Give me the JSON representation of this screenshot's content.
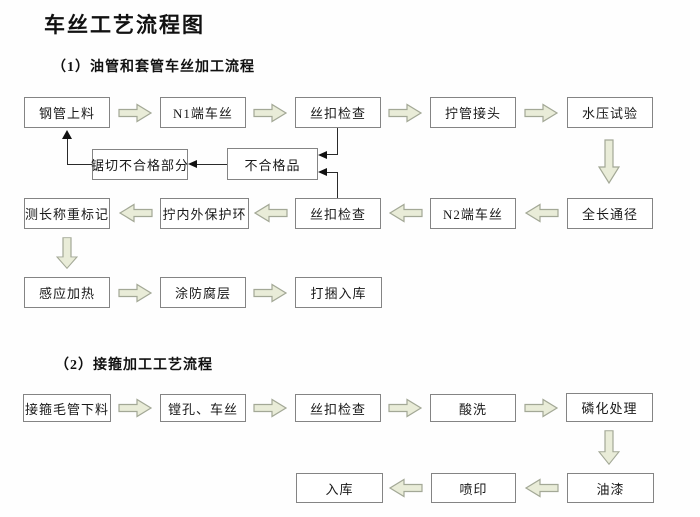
{
  "page": {
    "title": "车丝工艺流程图",
    "section1_title": "（1）油管和套管车丝加工流程",
    "section2_title": "（2）接箍加工工艺流程"
  },
  "colors": {
    "background": "#fefefe",
    "box_border": "#848484",
    "text": "#191919",
    "block_arrow_fill": "#e9ecd8",
    "block_arrow_stroke": "#a3a896",
    "feedback_line": "#2a2a2a"
  },
  "nodes": {
    "steel_pipe_loading": "钢管上料",
    "n1_threading": "N1端车丝",
    "thread_inspection_1": "丝扣检查",
    "screw_coupling_joint": "拧管接头",
    "hydro_test": "水压试验",
    "saw_defective_part": "锯切不合格部分",
    "defective_product": "不合格品",
    "full_length_drift": "全长通径",
    "n2_threading": "N2端车丝",
    "thread_inspection_2": "丝扣检查",
    "screw_protect_rings": "拧内外保护环",
    "measure_weigh_mark": "测长称重标记",
    "induction_heating": "感应加热",
    "anticorrosion_coating": "涂防腐层",
    "bundle_store": "打捆入库",
    "coupling_blank_cutting": "接箍毛管下料",
    "boring_threading": "镗孔、车丝",
    "thread_inspection_3": "丝扣检查",
    "acid_pickling": "酸洗",
    "phosphating": "磷化处理",
    "painting": "油漆",
    "spray_printing": "喷印",
    "warehouse": "入库"
  }
}
